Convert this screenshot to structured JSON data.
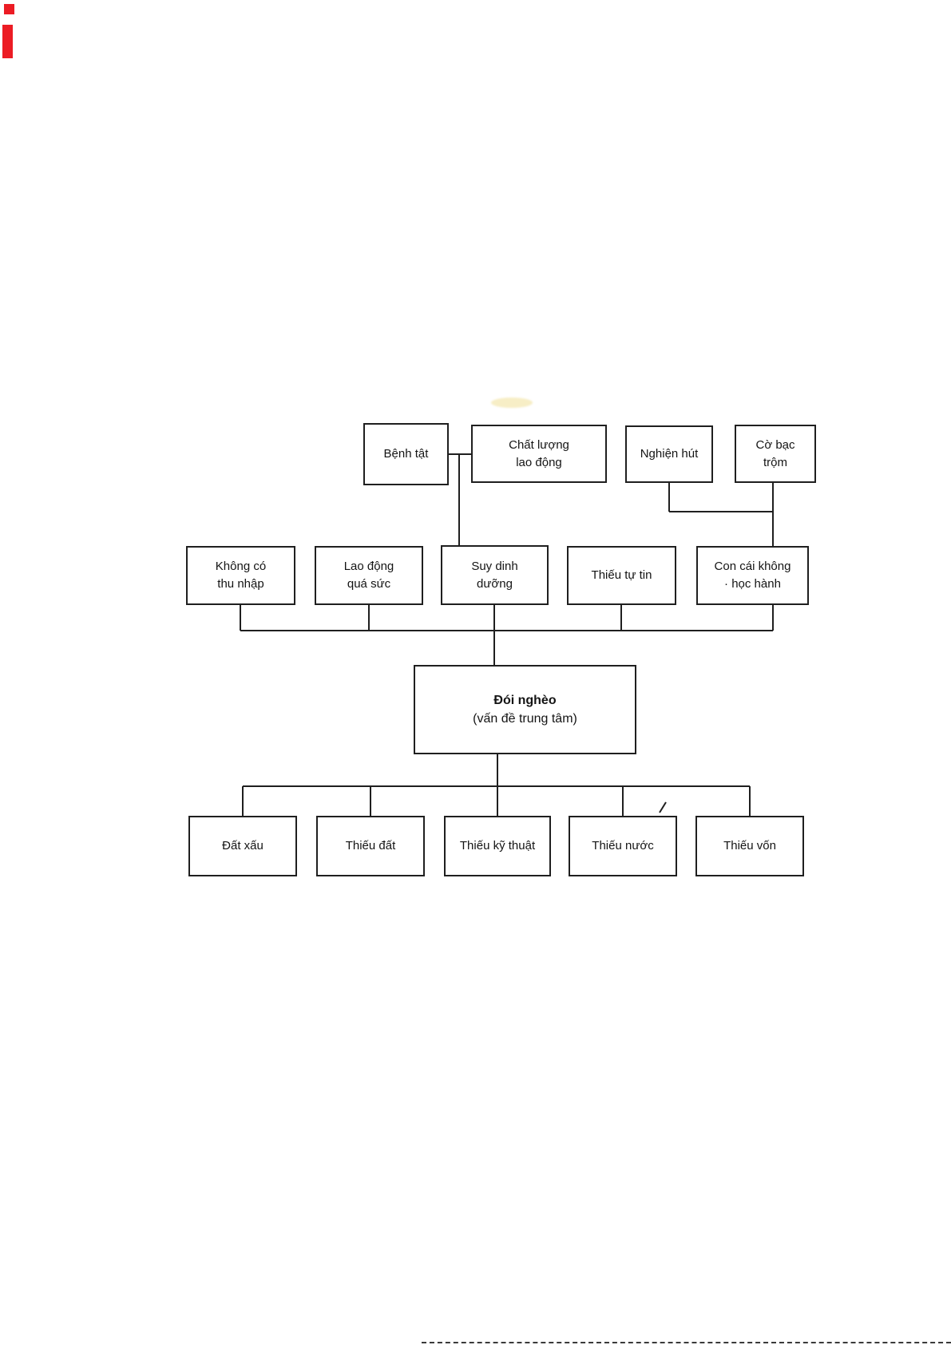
{
  "colors": {
    "line": "#1f1f1f",
    "box_border": "#1f1f1f",
    "text": "#141414",
    "scan_mark_red": "#ec1c24",
    "scan_smudge_yellow": "#f7eec6"
  },
  "diagram": {
    "type": "problem-tree-flowchart",
    "nodes": {
      "benh-tat": {
        "lines": [
          "Bệnh tật"
        ]
      },
      "chat-luong-lao-dong": {
        "lines": [
          "Chất lượng",
          "lao động"
        ]
      },
      "nghien-hut": {
        "lines": [
          "Nghiện hút"
        ]
      },
      "co-bac-trom": {
        "lines": [
          "Cờ bạc",
          "trộm"
        ]
      },
      "khong-co-thu-nhap": {
        "lines": [
          "Không có",
          "thu nhập"
        ]
      },
      "lao-dong-qua-suc": {
        "lines": [
          "Lao động",
          "quá sức"
        ]
      },
      "suy-dinh-duong": {
        "lines": [
          "Suy dinh",
          "dưỡng"
        ]
      },
      "thieu-tu-tin": {
        "lines": [
          "Thiếu tự tin"
        ]
      },
      "con-cai-khong-hoc-hanh": {
        "lines": [
          "Con cái không",
          "· học hành"
        ]
      },
      "doi-ngheo": {
        "lines": [
          "Đói nghèo",
          "(vấn đề trung tâm)"
        ]
      },
      "dat-xau": {
        "lines": [
          "Đất xấu"
        ]
      },
      "thieu-dat": {
        "lines": [
          "Thiếu đất"
        ]
      },
      "thieu-ky-thuat": {
        "lines": [
          "Thiếu kỹ thuật"
        ]
      },
      "thieu-nuoc": {
        "lines": [
          "Thiếu nước"
        ]
      },
      "thieu-von": {
        "lines": [
          "Thiếu vốn"
        ]
      }
    }
  }
}
